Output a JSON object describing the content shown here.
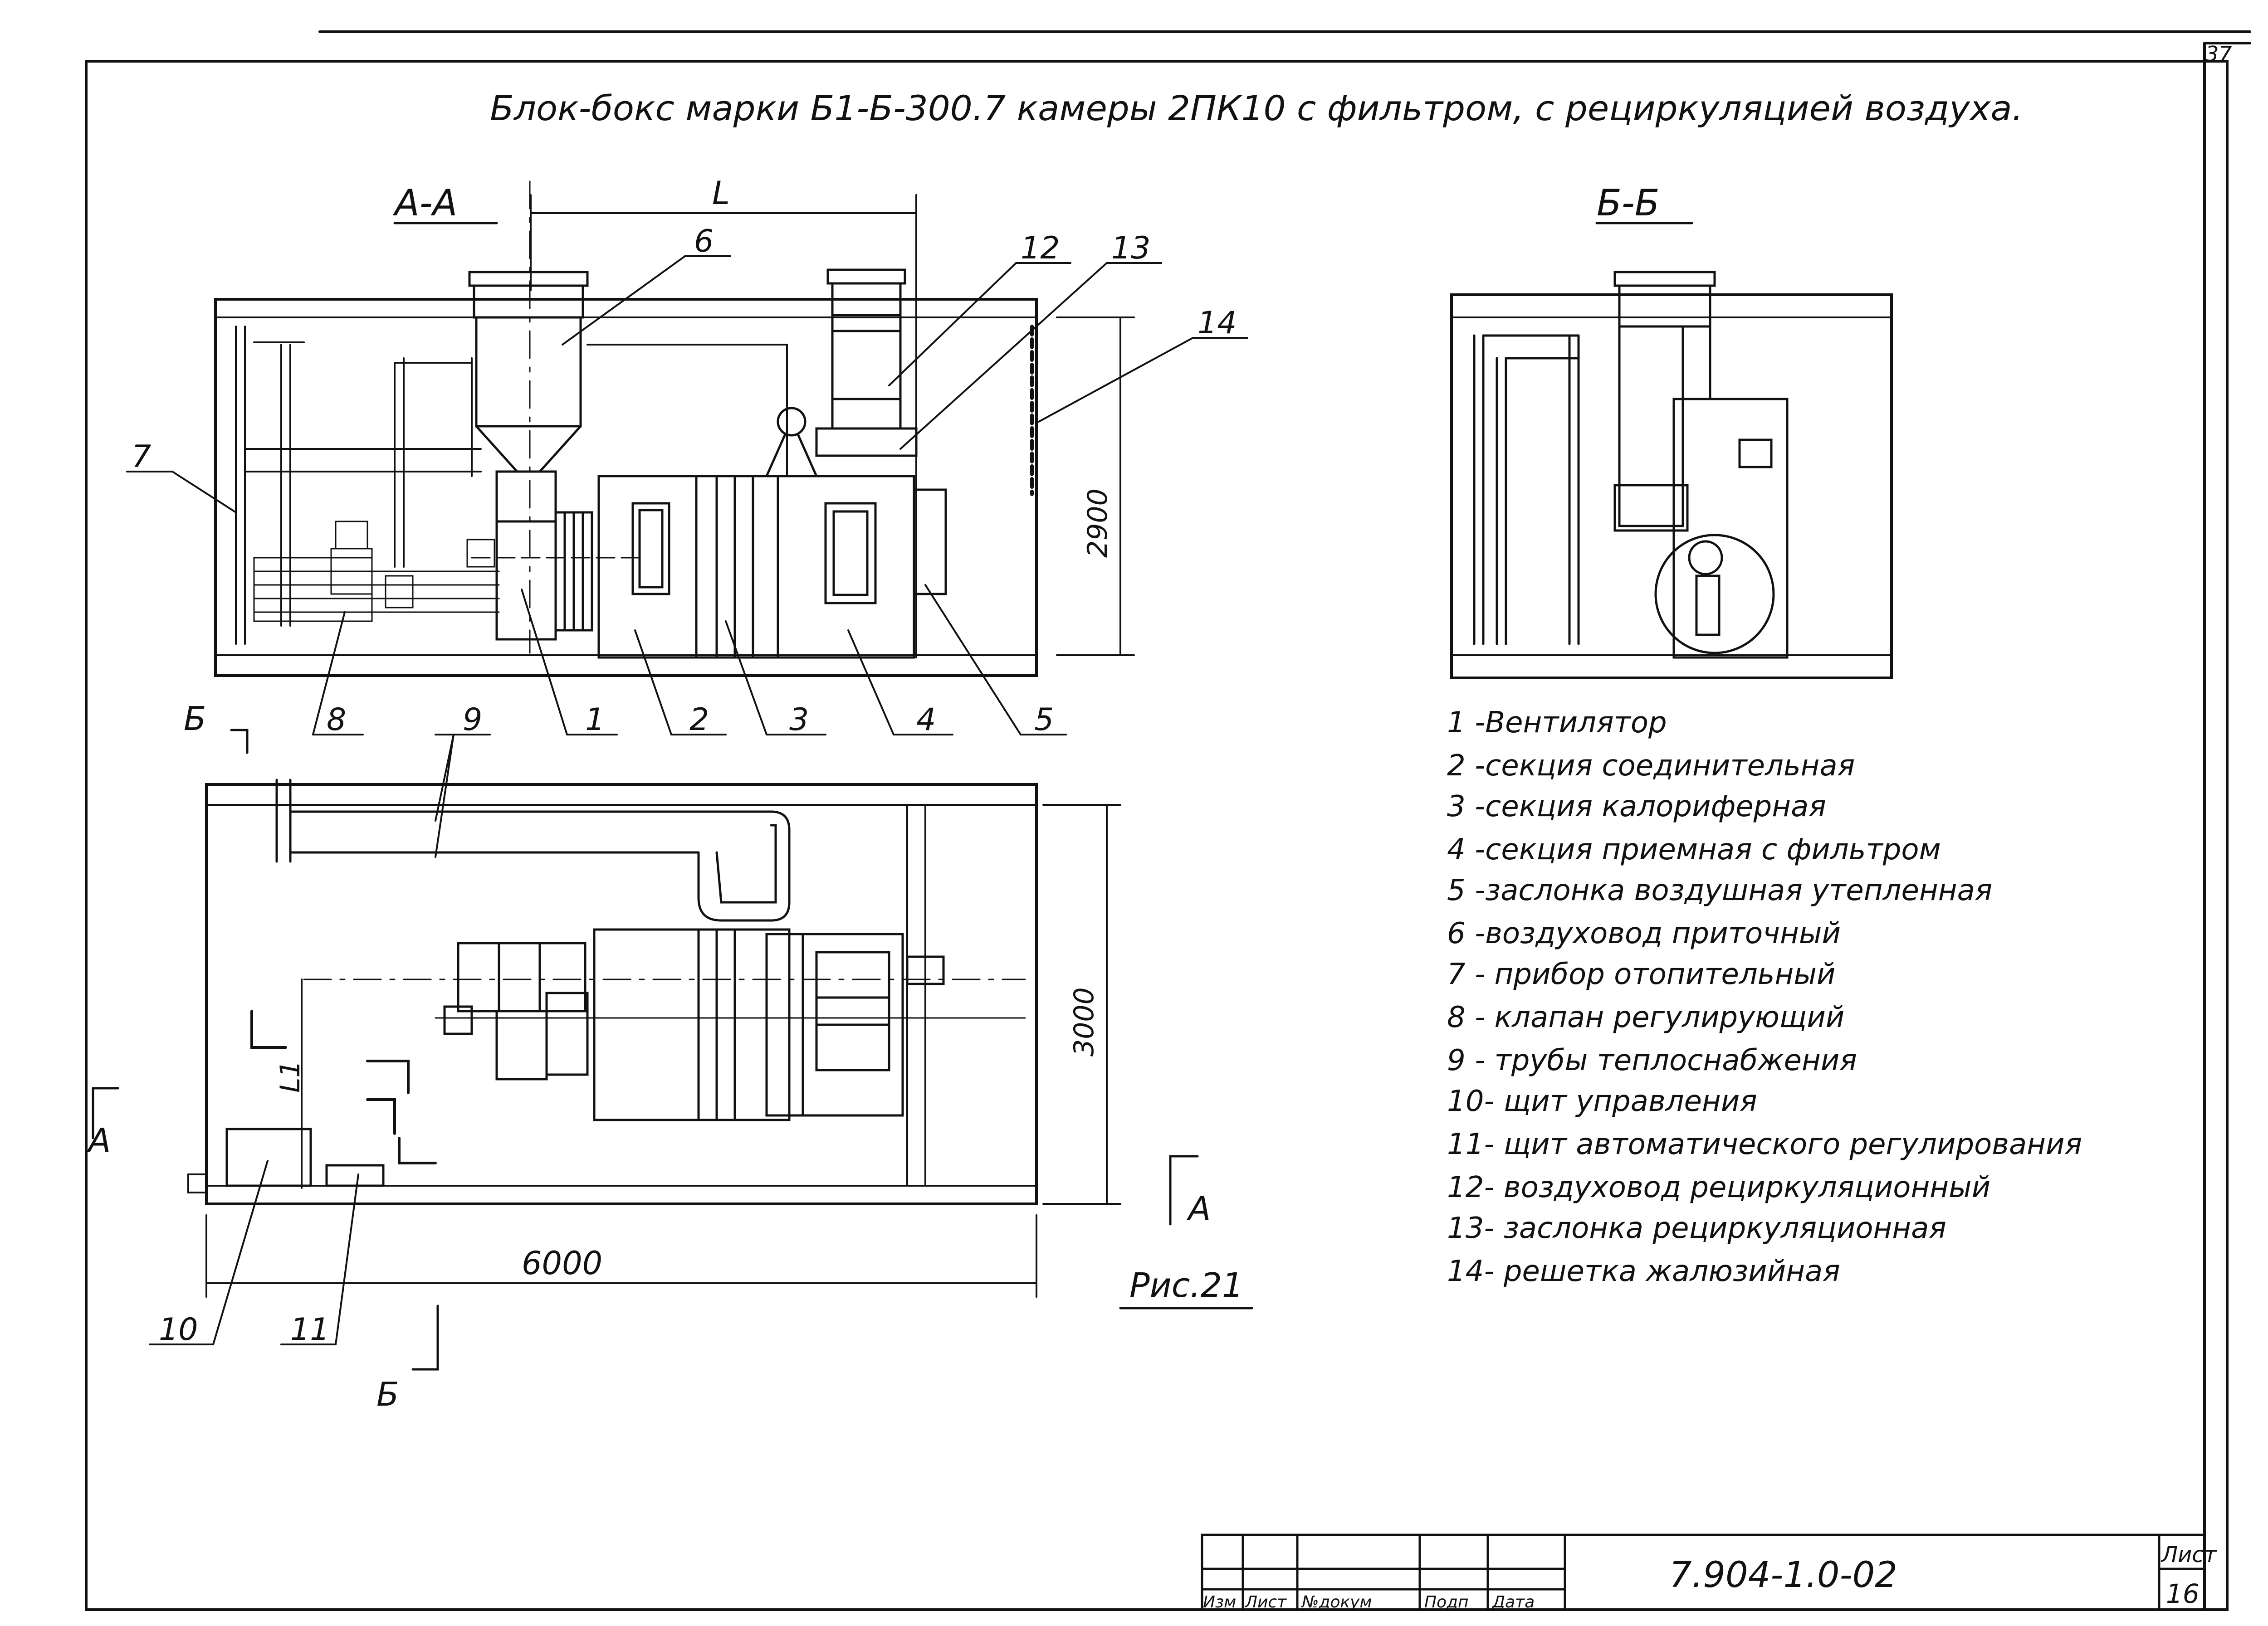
{
  "sheet": {
    "corner_number": "37",
    "title": "Блок-бокс марки Б1-Б-300.7 камеры 2ПК10 с фильтром, с рециркуляцией воздуха.",
    "figure_caption": "Рис.21"
  },
  "view_aa": {
    "label": "А-А",
    "dim_L": "L",
    "dim_height": "2900",
    "callouts": [
      "1",
      "2",
      "3",
      "4",
      "5",
      "6",
      "7",
      "8",
      "12",
      "13",
      "14"
    ]
  },
  "view_bb": {
    "label": "Б-Б"
  },
  "plan_view": {
    "dim_length": "6000",
    "dim_width": "3000",
    "dim_L1": "L1",
    "section_marks": [
      "Б",
      "Б",
      "А",
      "А"
    ],
    "callouts": [
      "9",
      "10",
      "11"
    ]
  },
  "legend": [
    "1 -Вентилятор",
    "2 -секция соединительная",
    "3 -секция калориферная",
    "4 -секция приемная с фильтром",
    "5 -заслонка воздушная утепленная",
    "6 -воздуховод приточный",
    "7 - прибор отопительный",
    "8 - клапан регулирующий",
    "9 - трубы теплоснабжения",
    "10- щит управления",
    "11- щит автоматического регулирования",
    "12- воздуховод рециркуляционный",
    "13- заслонка рециркуляционная",
    "14- решетка жалюзийная"
  ],
  "title_block": {
    "headers": [
      "Изм",
      "Лист",
      "№докум",
      "Подп",
      "Дата"
    ],
    "doc_code": "7.904-1.0-02",
    "sheet_label": "Лист",
    "sheet_number": "16"
  }
}
